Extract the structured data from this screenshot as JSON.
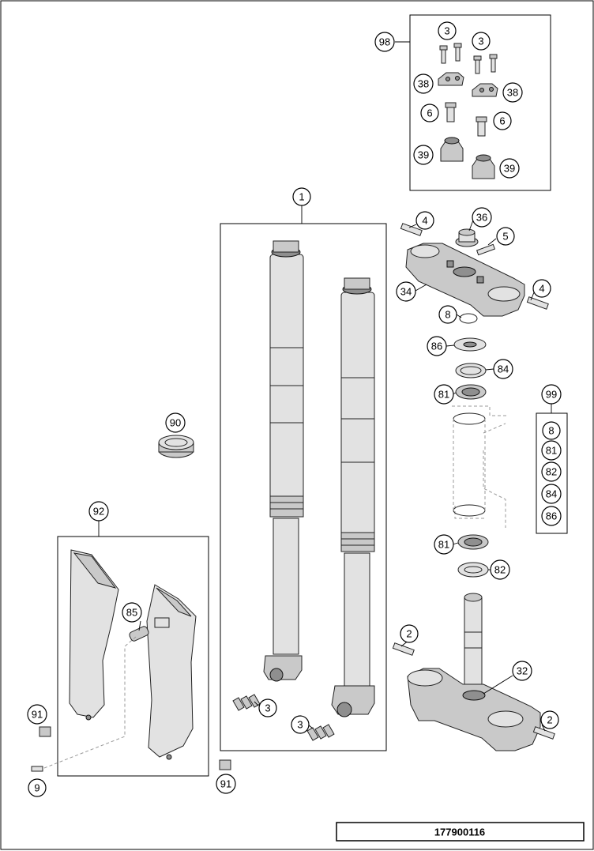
{
  "diagram": {
    "reference_number": "177900116",
    "callouts": {
      "c1": "1",
      "c2a": "2",
      "c2b": "2",
      "c3a": "3",
      "c3b": "3",
      "c3c": "3",
      "c3d": "3",
      "c4a": "4",
      "c4b": "4",
      "c5": "5",
      "c6a": "6",
      "c6b": "6",
      "c8a": "8",
      "c8b": "8",
      "c9": "9",
      "c32": "32",
      "c34": "34",
      "c36": "36",
      "c38a": "38",
      "c38b": "38",
      "c39a": "39",
      "c39b": "39",
      "c81a": "81",
      "c81b": "81",
      "c81c": "81",
      "c82a": "82",
      "c82b": "82",
      "c84a": "84",
      "c84b": "84",
      "c85": "85",
      "c86a": "86",
      "c86b": "86",
      "c90": "90",
      "c91a": "91",
      "c91b": "91",
      "c92": "92",
      "c98": "98",
      "c99": "99"
    }
  }
}
